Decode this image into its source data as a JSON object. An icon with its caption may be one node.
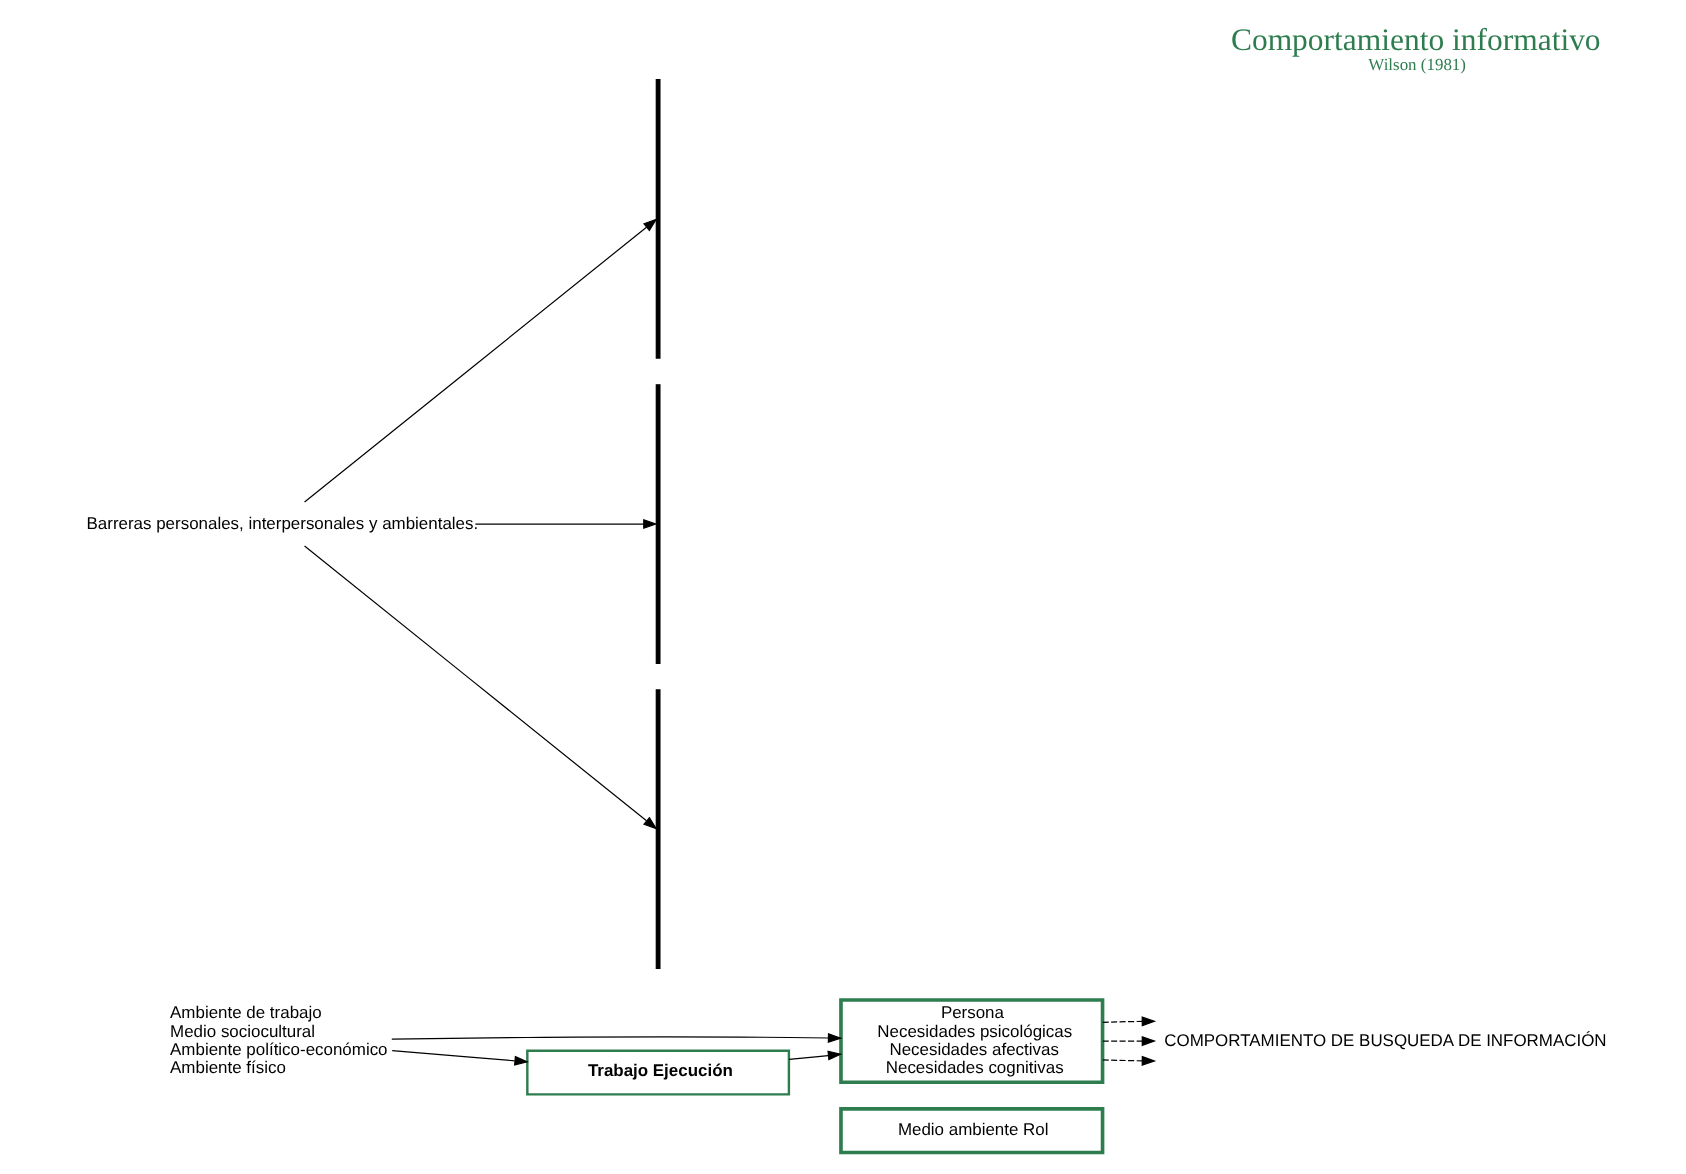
{
  "diagram": {
    "title": "Comportamiento informativo",
    "caption": "Wilson (1981)",
    "nodes": [
      {
        "text": [
          "Medio ambiente Rol"
        ]
      },
      {
        "text": [
          "Persona",
          "Necesidades psicológicas",
          "Necesidades afectivas",
          "Necesidades cognitivas"
        ]
      },
      {
        "text": [
          "Trabajo Ejecución"
        ]
      },
      {
        "text": [
          "Ambiente de trabajo",
          "Medio sociocultural",
          "Ambiente político-económico",
          "Ambiente físico"
        ]
      },
      {
        "text": [
          "Barreras personales, interpersonales y ambientales."
        ]
      },
      {
        "text": [],
        "shape": "bar"
      },
      {
        "text": [],
        "shape": "bar"
      },
      {
        "text": [],
        "shape": "bar"
      },
      {
        "text": [
          "COMPORTAMIENTO DE BUSQUEDA DE INFORMACIÓN"
        ]
      }
    ],
    "edges": [
      {
        "from": 3,
        "to": 1,
        "arrow": "to"
      },
      {
        "from": 3,
        "to": 2,
        "arrow": "to"
      },
      {
        "from": 2,
        "to": 1,
        "arrow": "to"
      },
      {
        "from": 4,
        "to": 5,
        "arrow": "to"
      },
      {
        "from": 4,
        "to": 6,
        "arrow": "to"
      },
      {
        "from": 4,
        "to": 7,
        "arrow": "to"
      },
      {
        "from": 1,
        "to": 8,
        "arrow": "to",
        "style": "dashed"
      },
      {
        "from": 1,
        "to": 8,
        "arrow": "to",
        "style": "dashed"
      },
      {
        "from": 1,
        "to": 8,
        "arrow": "to",
        "style": "dashed"
      }
    ]
  }
}
